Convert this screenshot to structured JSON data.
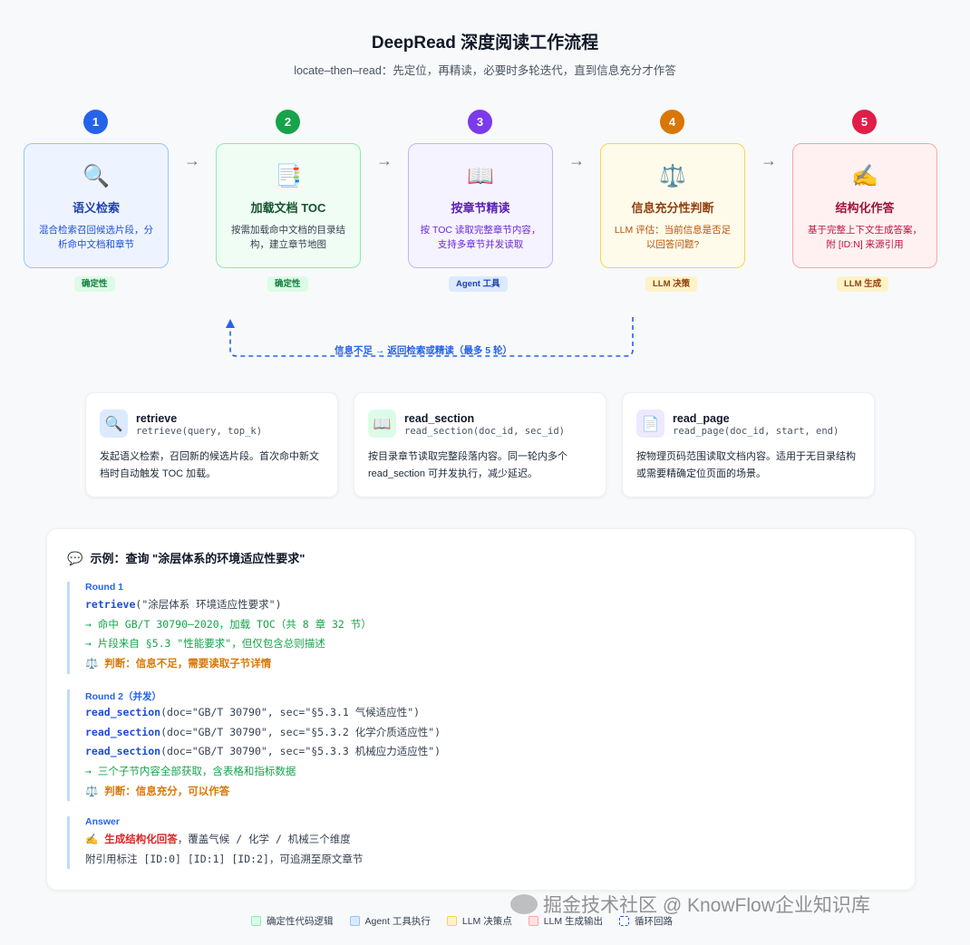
{
  "header": {
    "title": "DeepRead 深度阅读工作流程",
    "subtitle": "locate–then–read：先定位，再精读，必要时多轮迭代，直到信息充分才作答"
  },
  "steps": [
    {
      "num": "1",
      "icon": "🔍",
      "title": "语义检索",
      "desc": "混合检索召回候选片段，分析命中文档和章节",
      "tag": "确定性",
      "color": "#2563eb"
    },
    {
      "num": "2",
      "icon": "📑",
      "title": "加载文档 TOC",
      "desc": "按需加载命中文档的目录结构，建立章节地图",
      "tag": "确定性",
      "color": "#16a34a"
    },
    {
      "num": "3",
      "icon": "📖",
      "title": "按章节精读",
      "desc": "按 TOC 读取完整章节内容，支持多章节并发读取",
      "tag": "Agent 工具",
      "color": "#7c3aed"
    },
    {
      "num": "4",
      "icon": "⚖️",
      "title": "信息充分性判断",
      "desc": "LLM 评估：当前信息是否足以回答问题?",
      "tag": "LLM 决策",
      "color": "#d97706"
    },
    {
      "num": "5",
      "icon": "✍️",
      "title": "结构化作答",
      "desc": "基于完整上下文生成答案，附 [ID:N] 来源引用",
      "tag": "LLM 生成",
      "color": "#e11d48"
    }
  ],
  "arrow_glyph": "→",
  "loop_label": "信息不足 → 返回检索或精读（最多 5 轮）",
  "tools": [
    {
      "icon": "🔍",
      "name": "retrieve",
      "sig": "retrieve(query, top_k)",
      "desc": "发起语义检索，召回新的候选片段。首次命中新文档时自动触发 TOC 加载。"
    },
    {
      "icon": "📖",
      "name": "read_section",
      "sig": "read_section(doc_id, sec_id)",
      "desc": "按目录章节读取完整段落内容。同一轮内多个 read_section 可并发执行，减少延迟。"
    },
    {
      "icon": "📄",
      "name": "read_page",
      "sig": "read_page(doc_id, start, end)",
      "desc": "按物理页码范围读取文档内容。适用于无目录结构或需要精确定位页面的场景。"
    }
  ],
  "example": {
    "icon": "💬",
    "heading": "示例：查询 \"涂层体系的环境适应性要求\"",
    "round1": {
      "title": "Round 1",
      "call_fn": "retrieve",
      "call_args": "(\"涂层体系 环境适应性要求\")",
      "result1": "→ 命中 GB/T 30790–2020，加载 TOC（共 8 章 32 节）",
      "result2": "→ 片段来自 §5.3 \"性能要求\"，但仅包含总则描述",
      "judge_icon": "⚖️",
      "judge": "判断：信息不足，需要读取子节详情"
    },
    "round2": {
      "title": "Round 2（并发）",
      "calls": [
        {
          "fn": "read_section",
          "args": "(doc=\"GB/T 30790\", sec=\"§5.3.1 气候适应性\")"
        },
        {
          "fn": "read_section",
          "args": "(doc=\"GB/T 30790\", sec=\"§5.3.2 化学介质适应性\")"
        },
        {
          "fn": "read_section",
          "args": "(doc=\"GB/T 30790\", sec=\"§5.3.3 机械应力适应性\")"
        }
      ],
      "result": "→ 三个子节内容全部获取，含表格和指标数据",
      "judge_icon": "⚖️",
      "judge": "判断：信息充分，可以作答"
    },
    "answer": {
      "title": "Answer",
      "icon": "✍️",
      "gen": "生成结构化回答",
      "gen_rest": "，覆盖气候 / 化学 / 机械三个维度",
      "cite": "附引用标注 [ID:0] [ID:1] [ID:2]，可追溯至原文章节"
    }
  },
  "legend": [
    {
      "label": "确定性代码逻辑",
      "bg": "#dcfce7",
      "border": "#86efac"
    },
    {
      "label": "Agent 工具执行",
      "bg": "#dbeafe",
      "border": "#93c5fd"
    },
    {
      "label": "LLM 决策点",
      "bg": "#fef3c7",
      "border": "#fcd34d"
    },
    {
      "label": "LLM 生成输出",
      "bg": "#fee2e2",
      "border": "#fca5a5"
    },
    {
      "label": "循环回路",
      "bg": "#ffffff",
      "border": "#2563eb"
    }
  ],
  "watermark": "掘金技术社区 @ KnowFlow企业知识库"
}
